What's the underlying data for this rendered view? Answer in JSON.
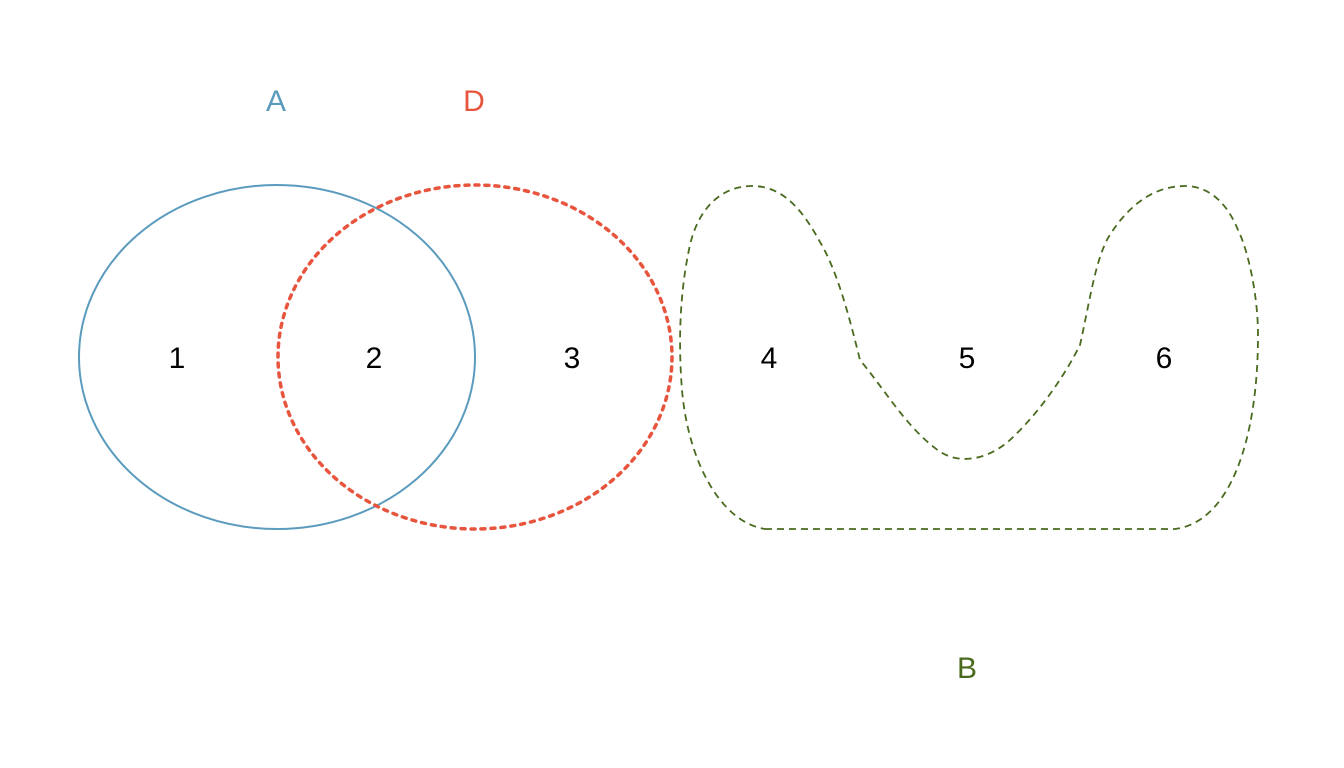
{
  "sets": {
    "a": {
      "label": "A",
      "color": "#5b9bbd"
    },
    "d": {
      "label": "D",
      "color": "#e8553e"
    },
    "b": {
      "label": "B",
      "color": "#4a6a1e"
    }
  },
  "regions": [
    "1",
    "2",
    "3",
    "4",
    "5",
    "6"
  ]
}
